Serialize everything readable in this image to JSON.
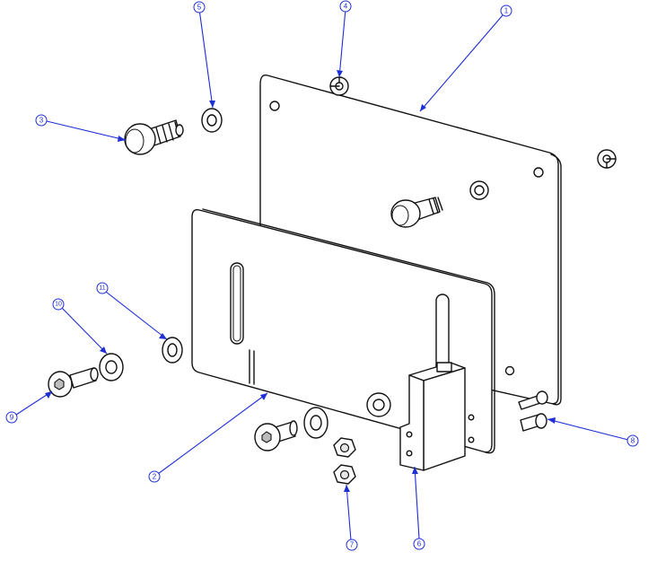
{
  "balloons": [
    {
      "id": "1",
      "label": "1"
    },
    {
      "id": "2",
      "label": "2"
    },
    {
      "id": "3",
      "label": "3"
    },
    {
      "id": "4",
      "label": "4"
    },
    {
      "id": "5",
      "label": "5"
    },
    {
      "id": "6",
      "label": "6"
    },
    {
      "id": "7",
      "label": "7"
    },
    {
      "id": "8",
      "label": "8"
    },
    {
      "id": "9",
      "label": "9"
    },
    {
      "id": "10",
      "label": "10"
    },
    {
      "id": "11",
      "label": "11"
    }
  ],
  "colors": {
    "leader": "#1f2fd6",
    "linework": "#111111",
    "background": "#ffffff"
  }
}
